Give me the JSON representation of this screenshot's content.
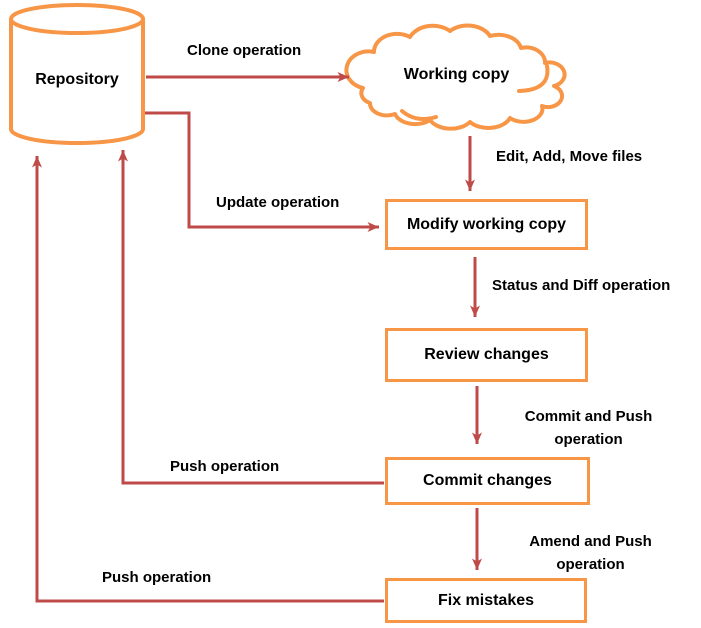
{
  "diagram": {
    "type": "flowchart",
    "subject": "version-control-workflow",
    "colors": {
      "shape_outline": "#F79646",
      "arrow": "#BE4B48",
      "label_text": "#000000",
      "background": "#FFFFFF"
    },
    "nodes": {
      "repository": {
        "label": "Repository",
        "shape": "cylinder"
      },
      "working_copy": {
        "label": "Working copy",
        "shape": "cloud"
      },
      "modify_working_copy": {
        "label": "Modify working copy",
        "shape": "rectangle"
      },
      "review_changes": {
        "label": "Review changes",
        "shape": "rectangle"
      },
      "commit_changes": {
        "label": "Commit changes",
        "shape": "rectangle"
      },
      "fix_mistakes": {
        "label": "Fix mistakes",
        "shape": "rectangle"
      }
    },
    "edges": [
      {
        "from": "repository",
        "to": "working_copy",
        "label": "Clone operation"
      },
      {
        "from": "working_copy",
        "to": "modify_working_copy",
        "label": "Edit, Add, Move files"
      },
      {
        "from": "repository",
        "to": "modify_working_copy",
        "label": "Update operation"
      },
      {
        "from": "modify_working_copy",
        "to": "review_changes",
        "label": "Status and Diff operation"
      },
      {
        "from": "review_changes",
        "to": "commit_changes",
        "label": "Commit and Push operation"
      },
      {
        "from": "commit_changes",
        "to": "repository",
        "label": "Push operation"
      },
      {
        "from": "commit_changes",
        "to": "fix_mistakes",
        "label": "Amend and Push operation"
      },
      {
        "from": "fix_mistakes",
        "to": "repository",
        "label": "Push operation"
      }
    ]
  }
}
